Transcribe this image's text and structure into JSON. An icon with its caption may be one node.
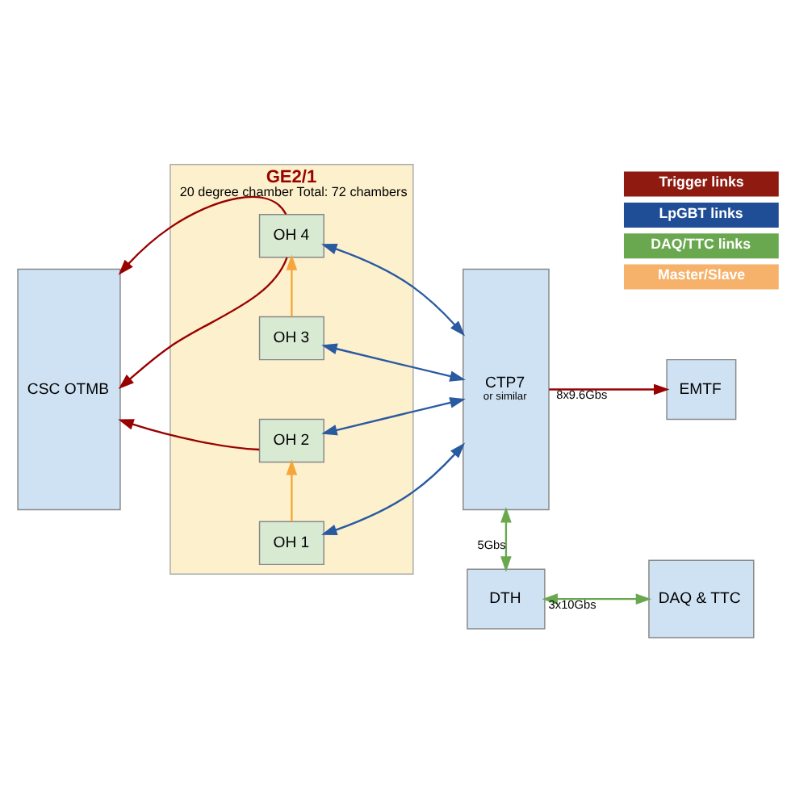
{
  "diagram": {
    "nodes": [
      {
        "text": [
          "CSC OTMB"
        ]
      },
      {
        "text": [
          "GE2/1",
          "20 degree chamber Total: 72 chambers"
        ]
      },
      {
        "text": [
          "OH 4"
        ],
        "in": 1
      },
      {
        "text": [
          "OH 3"
        ],
        "in": 1
      },
      {
        "text": [
          "OH 2"
        ],
        "in": 1
      },
      {
        "text": [
          "OH 1"
        ],
        "in": 1
      },
      {
        "text": [
          "CTP7",
          "or similar"
        ]
      },
      {
        "text": [
          "EMTF"
        ]
      },
      {
        "text": [
          "DTH"
        ]
      },
      {
        "text": [
          "DAQ & TTC"
        ]
      }
    ],
    "edges": [
      {
        "from": 2,
        "to": 0,
        "arrow": "to",
        "color": "#990000"
      },
      {
        "from": 2,
        "to": 0,
        "arrow": "to",
        "color": "#990000"
      },
      {
        "from": 4,
        "to": 0,
        "arrow": "to",
        "color": "#990000"
      },
      {
        "from": 2,
        "to": 6,
        "arrow": "both",
        "color": "#2a5aa0"
      },
      {
        "from": 3,
        "to": 6,
        "arrow": "both",
        "color": "#2a5aa0"
      },
      {
        "from": 4,
        "to": 6,
        "arrow": "both",
        "color": "#2a5aa0"
      },
      {
        "from": 5,
        "to": 6,
        "arrow": "both",
        "color": "#2a5aa0"
      },
      {
        "from": 3,
        "to": 2,
        "arrow": "to",
        "color": "#f6a53c"
      },
      {
        "from": 5,
        "to": 4,
        "arrow": "to",
        "color": "#f6a53c"
      },
      {
        "from": 6,
        "to": 7,
        "arrow": "to",
        "label": "8x9.6Gbs",
        "color": "#990000"
      },
      {
        "from": 6,
        "to": 8,
        "arrow": "both",
        "label": "5Gbs",
        "color": "#6aa84f"
      },
      {
        "from": 8,
        "to": 9,
        "arrow": "both",
        "label": "3x10Gbs",
        "color": "#6aa84f"
      }
    ],
    "legend": [
      {
        "text": "Trigger links",
        "color": "#8e1a10"
      },
      {
        "text": "LpGBT links",
        "color": "#1f4e96"
      },
      {
        "text": "DAQ/TTC links",
        "color": "#6aa84f"
      },
      {
        "text": "Master/Slave",
        "color": "#f6b26b"
      }
    ]
  }
}
